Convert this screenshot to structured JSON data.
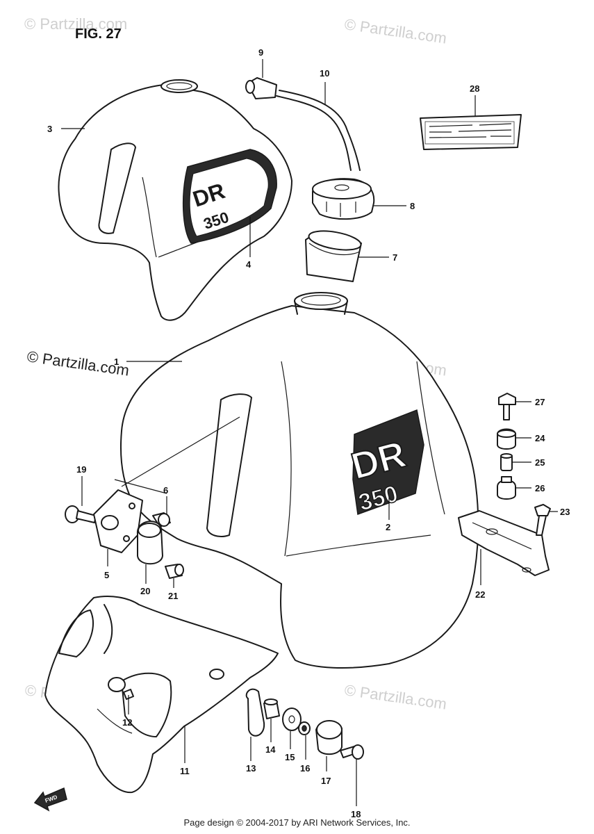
{
  "figure": {
    "title": "FIG. 27"
  },
  "watermark": {
    "text": "© Partzilla.com"
  },
  "callouts": [
    {
      "number": "1"
    },
    {
      "number": "2"
    },
    {
      "number": "3"
    },
    {
      "number": "4"
    },
    {
      "number": "5"
    },
    {
      "number": "6"
    },
    {
      "number": "7"
    },
    {
      "number": "8"
    },
    {
      "number": "9"
    },
    {
      "number": "10"
    },
    {
      "number": "11"
    },
    {
      "number": "12"
    },
    {
      "number": "13"
    },
    {
      "number": "14"
    },
    {
      "number": "15"
    },
    {
      "number": "16"
    },
    {
      "number": "17"
    },
    {
      "number": "18"
    },
    {
      "number": "19"
    },
    {
      "number": "20"
    },
    {
      "number": "21"
    },
    {
      "number": "22"
    },
    {
      "number": "23"
    },
    {
      "number": "24"
    },
    {
      "number": "25"
    },
    {
      "number": "26"
    },
    {
      "number": "27"
    },
    {
      "number": "28"
    }
  ],
  "emblem": {
    "model_letters": "DR",
    "model_number": "350"
  },
  "fwd_arrow": {
    "text": "FWD"
  },
  "footer": {
    "text": "Page design © 2004-2017 by ARI Network Services, Inc."
  }
}
